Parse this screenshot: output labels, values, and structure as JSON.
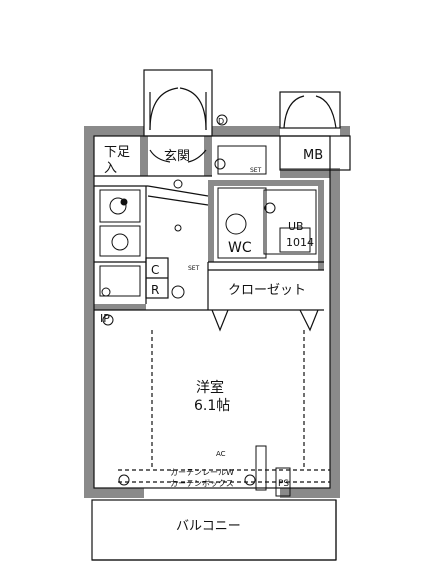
{
  "labels": {
    "shoe_box_line1": "下足",
    "shoe_box_line2": "入",
    "entrance": "玄関",
    "mb": "MB",
    "wc": "WC",
    "ub": "UB",
    "ub_size": "1014",
    "closet": "クローゼット",
    "room_line1": "洋室",
    "room_line2": "6.1帖",
    "balcony": "バルコニー",
    "c_mark": "C",
    "r_mark": "R",
    "ip": "IP",
    "ps": "PS",
    "ac": "AC",
    "curtain_rail": "カーテンレールW",
    "curtain_box": "カーテンボックス",
    "d_mark": "D",
    "set": "SET"
  },
  "colors": {
    "wall": "#8a8a8a",
    "line": "#111111"
  }
}
